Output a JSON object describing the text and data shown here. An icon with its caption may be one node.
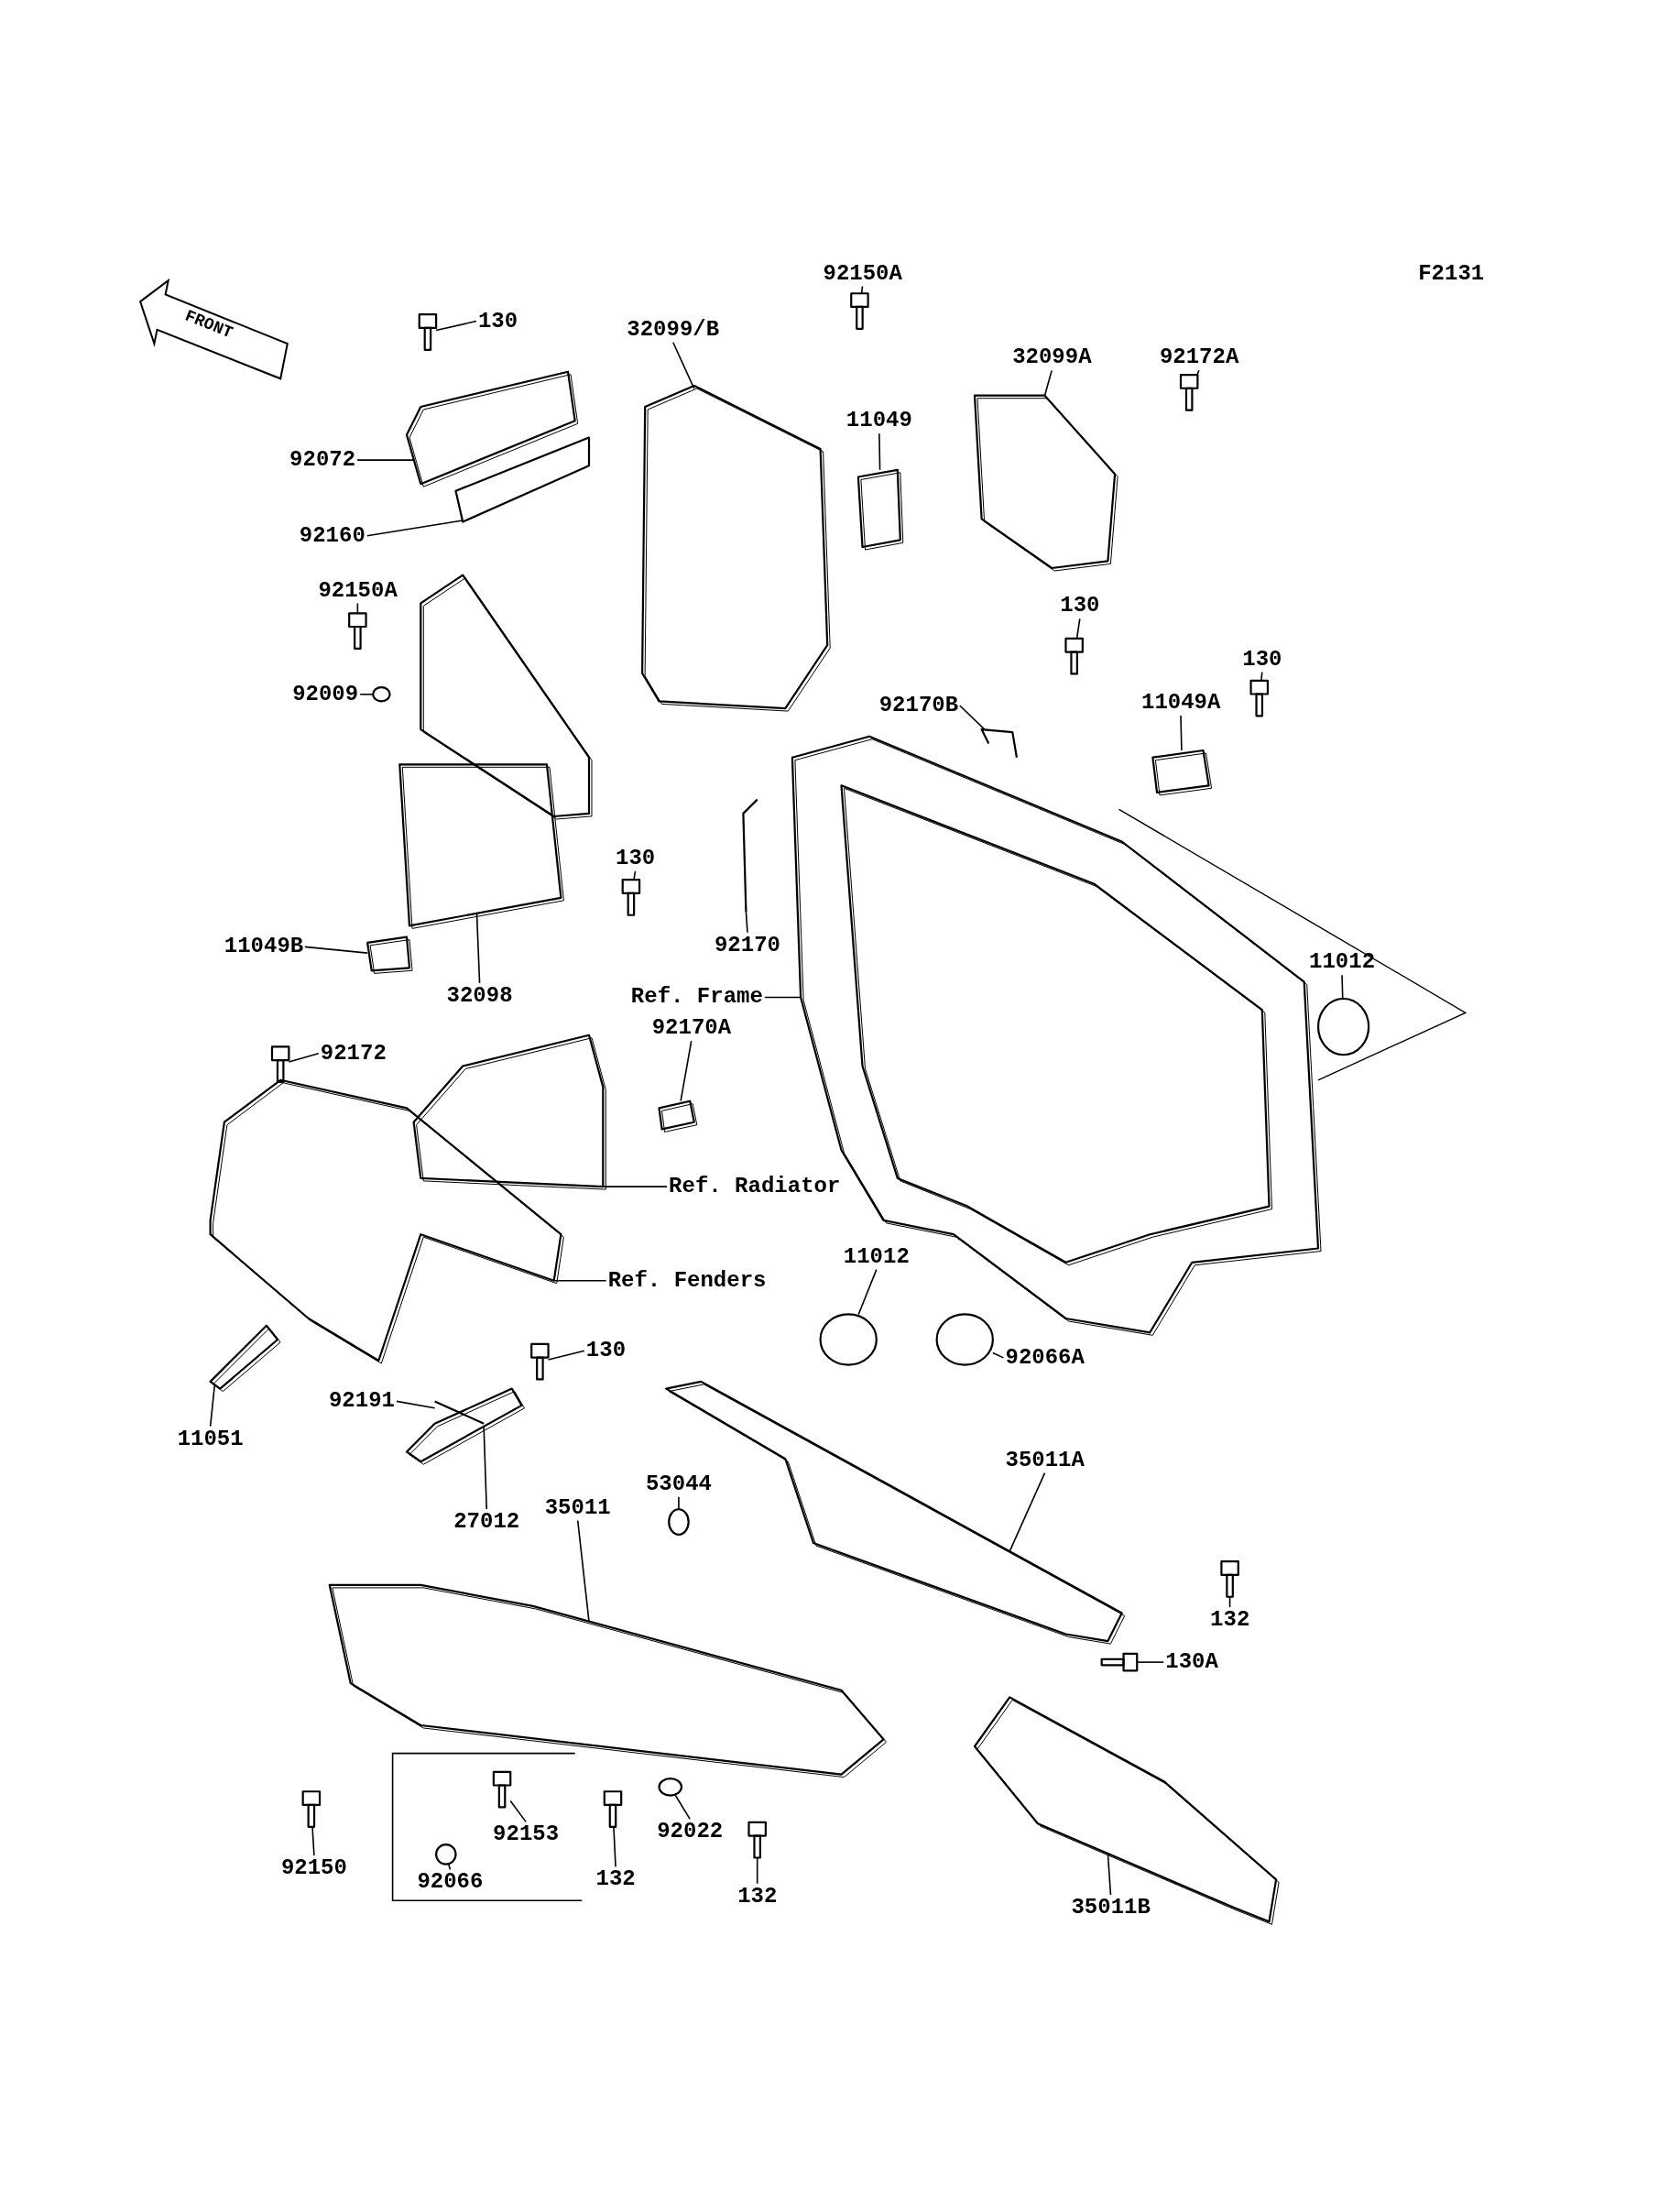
{
  "diagram": {
    "nodes": [
      {
        "text": [
          "130"
        ]
      },
      {
        "text": [
          "92150A"
        ]
      },
      {
        "text": [
          "32099/B"
        ]
      },
      {
        "text": [
          "11049"
        ]
      },
      {
        "text": [
          "32099A"
        ]
      },
      {
        "text": [
          "92172A"
        ]
      },
      {
        "text": [
          "92072"
        ]
      },
      {
        "text": [
          "92160"
        ]
      },
      {
        "text": [
          "92150A"
        ]
      },
      {
        "text": [
          "92009"
        ]
      },
      {
        "text": [
          "130"
        ]
      },
      {
        "text": [
          "130"
        ]
      },
      {
        "text": [
          "11049A"
        ]
      },
      {
        "text": [
          "92170B"
        ]
      },
      {
        "text": [
          "130"
        ]
      },
      {
        "text": [
          "92170"
        ]
      },
      {
        "text": [
          "11049B"
        ]
      },
      {
        "text": [
          "32098"
        ]
      },
      {
        "text": [
          "11012"
        ]
      },
      {
        "text": [
          "Ref. Frame"
        ]
      },
      {
        "text": [
          "92170A"
        ]
      },
      {
        "text": [
          "92172"
        ]
      },
      {
        "text": [
          "Ref. Radiator"
        ]
      },
      {
        "text": [
          "Ref. Fenders"
        ]
      },
      {
        "text": [
          "11012"
        ]
      },
      {
        "text": [
          "92066A"
        ]
      },
      {
        "text": [
          "130"
        ]
      },
      {
        "text": [
          "92191"
        ]
      },
      {
        "text": [
          "11051"
        ]
      },
      {
        "text": [
          "27012"
        ]
      },
      {
        "text": [
          "35011A"
        ]
      },
      {
        "text": [
          "53044"
        ]
      },
      {
        "text": [
          "35011"
        ]
      },
      {
        "text": [
          "132"
        ]
      },
      {
        "text": [
          "130A"
        ]
      },
      {
        "text": [
          "92150"
        ]
      },
      {
        "text": [
          "92153"
        ]
      },
      {
        "text": [
          "92066"
        ]
      },
      {
        "text": [
          "132"
        ]
      },
      {
        "text": [
          "92022"
        ]
      },
      {
        "text": [
          "132"
        ]
      },
      {
        "text": [
          "35011B"
        ]
      },
      {
        "text": [],
        "shape": "picture"
      },
      {
        "text": [],
        "shape": "picture"
      },
      {
        "text": [],
        "shape": "picture"
      },
      {
        "text": [],
        "shape": "picture"
      },
      {
        "text": [],
        "shape": "picture"
      },
      {
        "text": [],
        "shape": "picture"
      },
      {
        "text": [],
        "shape": "picture"
      },
      {
        "text": [],
        "shape": "box"
      },
      {
        "text": [],
        "shape": "picture"
      },
      {
        "text": [],
        "shape": "circle"
      },
      {
        "text": [],
        "shape": "picture"
      },
      {
        "text": [],
        "shape": "picture"
      },
      {
        "text": [],
        "shape": "picture"
      },
      {
        "text": [],
        "shape": "picture"
      },
      {
        "text": [],
        "shape": "picture"
      },
      {
        "text": [],
        "shape": "picture"
      },
      {
        "text": [],
        "shape": "picture"
      },
      {
        "text": [],
        "shape": "picture"
      },
      {
        "text": [],
        "shape": "circle"
      },
      {
        "text": [],
        "shape": "picture"
      },
      {
        "text": [],
        "shape": "picture"
      },
      {
        "text": [],
        "shape": "picture"
      },
      {
        "text": [],
        "shape": "picture"
      },
      {
        "text": [],
        "shape": "picture"
      },
      {
        "text": [],
        "shape": "circle"
      },
      {
        "text": [],
        "shape": "circle"
      },
      {
        "text": [],
        "shape": "picture"
      },
      {
        "text": [],
        "shape": "picture"
      },
      {
        "text": [],
        "shape": "picture"
      },
      {
        "text": [],
        "shape": "picture"
      },
      {
        "text": [],
        "shape": "picture"
      },
      {
        "text": [],
        "shape": "circle"
      },
      {
        "text": [],
        "shape": "picture"
      },
      {
        "text": [],
        "shape": "picture"
      },
      {
        "text": [],
        "shape": "picture"
      },
      {
        "text": [],
        "shape": "picture"
      },
      {
        "text": [],
        "shape": "picture"
      },
      {
        "text": [],
        "shape": "circle"
      },
      {
        "text": [],
        "shape": "picture"
      },
      {
        "text": [],
        "shape": "circle"
      },
      {
        "text": [],
        "shape": "picture"
      },
      {
        "text": [],
        "shape": "picture"
      },
      {
        "text": [],
        "shape": "picture"
      }
    ],
    "edges": [
      {
        "from": 0,
        "to": 42,
        "arrow": "none"
      },
      {
        "from": 1,
        "to": 43,
        "arrow": "none"
      },
      {
        "from": 2,
        "to": 44,
        "arrow": "none"
      },
      {
        "from": 3,
        "to": 45,
        "arrow": "none"
      },
      {
        "from": 4,
        "to": 46,
        "arrow": "none"
      },
      {
        "from": 5,
        "to": 47,
        "arrow": "none"
      },
      {
        "from": 6,
        "to": 48,
        "arrow": "none"
      },
      {
        "from": 7,
        "to": 49,
        "arrow": "none"
      },
      {
        "from": 8,
        "to": 50,
        "arrow": "none"
      },
      {
        "from": 9,
        "to": 51,
        "arrow": "none"
      },
      {
        "from": 10,
        "to": 52,
        "arrow": "none"
      },
      {
        "from": 11,
        "to": 53,
        "arrow": "none"
      },
      {
        "from": 12,
        "to": 54,
        "arrow": "none"
      },
      {
        "from": 13,
        "to": 55,
        "arrow": "none"
      },
      {
        "from": 14,
        "to": 56,
        "arrow": "none"
      },
      {
        "from": 15,
        "to": 57,
        "arrow": "none"
      },
      {
        "from": 16,
        "to": 58,
        "arrow": "none"
      },
      {
        "from": 17,
        "to": 59,
        "arrow": "none"
      },
      {
        "from": 18,
        "to": 60,
        "arrow": "none"
      },
      {
        "from": 19,
        "to": 61,
        "arrow": "none"
      },
      {
        "from": 20,
        "to": 62,
        "arrow": "none"
      },
      {
        "from": 21,
        "to": 63,
        "arrow": "none"
      },
      {
        "from": 22,
        "to": 64,
        "arrow": "none"
      },
      {
        "from": 23,
        "to": 65,
        "arrow": "none"
      },
      {
        "from": 24,
        "to": 66,
        "arrow": "none"
      },
      {
        "from": 25,
        "to": 67,
        "arrow": "none"
      },
      {
        "from": 26,
        "to": 68,
        "arrow": "none"
      },
      {
        "from": 27,
        "to": 69,
        "arrow": "none"
      },
      {
        "from": 28,
        "to": 70,
        "arrow": "none"
      },
      {
        "from": 29,
        "to": 71,
        "arrow": "none"
      },
      {
        "from": 30,
        "to": 72,
        "arrow": "none"
      },
      {
        "from": 31,
        "to": 73,
        "arrow": "none"
      },
      {
        "from": 32,
        "to": 74,
        "arrow": "none"
      },
      {
        "from": 33,
        "to": 75,
        "arrow": "none"
      },
      {
        "from": 34,
        "to": 76,
        "arrow": "none"
      },
      {
        "from": 35,
        "to": 77,
        "arrow": "none"
      },
      {
        "from": 36,
        "to": 78,
        "arrow": "none"
      },
      {
        "from": 37,
        "to": 79,
        "arrow": "none"
      },
      {
        "from": 38,
        "to": 80,
        "arrow": "none"
      },
      {
        "from": 39,
        "to": 81,
        "arrow": "none"
      },
      {
        "from": 40,
        "to": 82,
        "arrow": "none"
      },
      {
        "from": 41,
        "to": 83,
        "arrow": "none"
      }
    ],
    "labels": [
      "F2131",
      "FRONT"
    ]
  }
}
